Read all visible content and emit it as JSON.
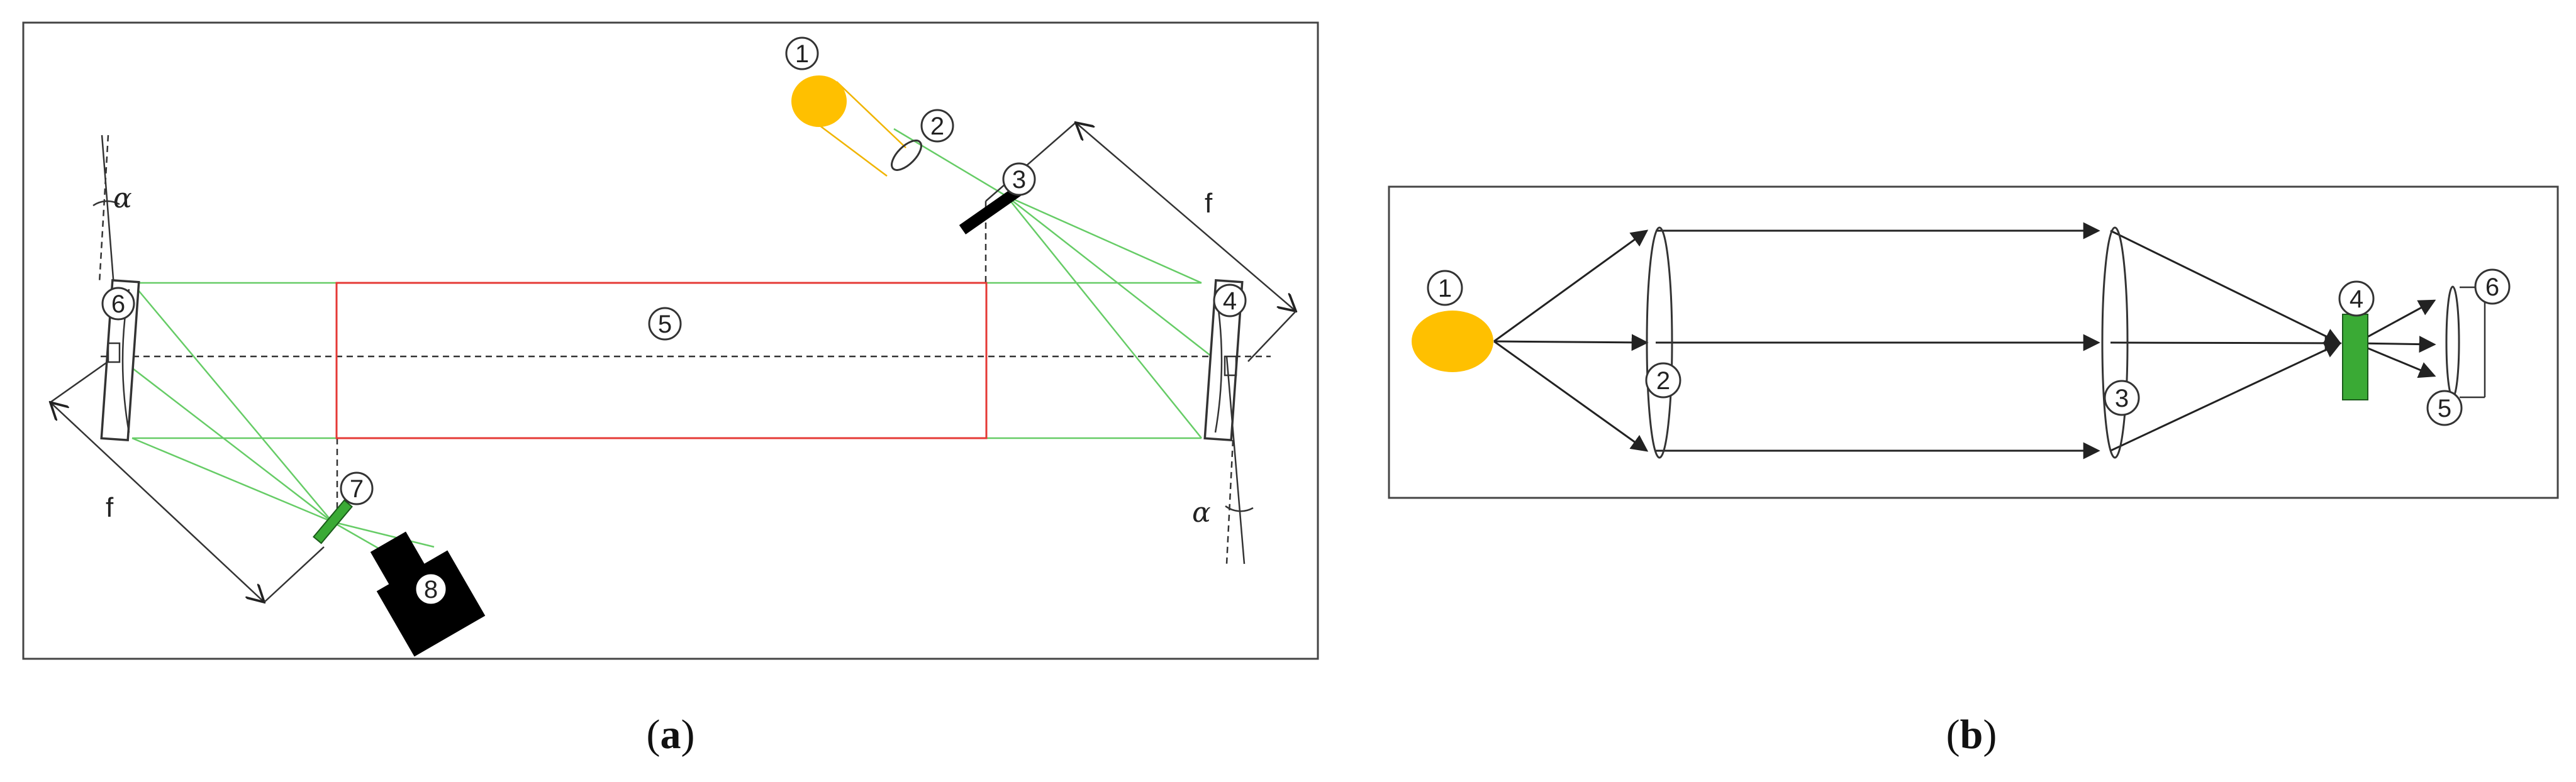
{
  "panel_a": {
    "caption_open": "(",
    "caption_letter": "a",
    "caption_close": ")",
    "markers": [
      "1",
      "2",
      "3",
      "4",
      "5",
      "6",
      "7",
      "8"
    ],
    "focal_label_left": "f",
    "focal_label_right": "f",
    "angle_label_left": "α",
    "angle_label_right": "α",
    "colors": {
      "source": "#ffc000",
      "beam": "#66cc66",
      "test_region": "#e53935",
      "filter": "#3aaa35",
      "camera": "#000000"
    }
  },
  "panel_b": {
    "caption_open": "(",
    "caption_letter": "b",
    "caption_close": ")",
    "markers": [
      "1",
      "2",
      "3",
      "4",
      "5",
      "6"
    ],
    "colors": {
      "source": "#ffc000",
      "filter": "#3aaa35"
    }
  }
}
